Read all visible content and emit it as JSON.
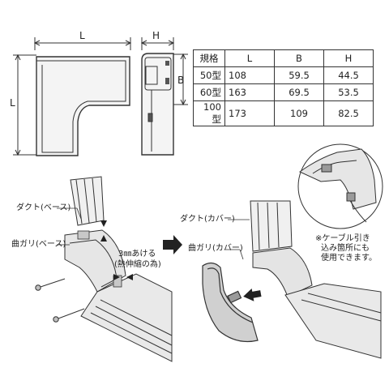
{
  "dimensions": {
    "top_width": "L",
    "side_height": "L",
    "right_width": "H",
    "right_height": "B"
  },
  "spec_table": {
    "headers": [
      "規格",
      "L",
      "B",
      "H"
    ],
    "rows": [
      [
        "50型",
        "108",
        "59.5",
        "44.5"
      ],
      [
        "60型",
        "163",
        "69.5",
        "53.5"
      ],
      [
        "100型",
        "173",
        "109",
        "82.5"
      ]
    ]
  },
  "labels": {
    "duct_base": "ダクト(ベース)",
    "bend_base": "曲ガリ(ベース)",
    "gap_note_line1": "3㎜あける",
    "gap_note_line2": "(熱伸縮の為)",
    "duct_cover": "ダクト(カバー)",
    "bend_cover": "曲ガリ(カバー)",
    "cable_note_line1": "※ケーブル引き",
    "cable_note_line2": "込み箇所にも",
    "cable_note_line3": "使用できます。"
  },
  "colors": {
    "line": "#333333",
    "part_fill": "#f2f2f2",
    "shade": "#c8c8c8",
    "dark_shade": "#9a9a9a",
    "arrow": "#222222"
  }
}
